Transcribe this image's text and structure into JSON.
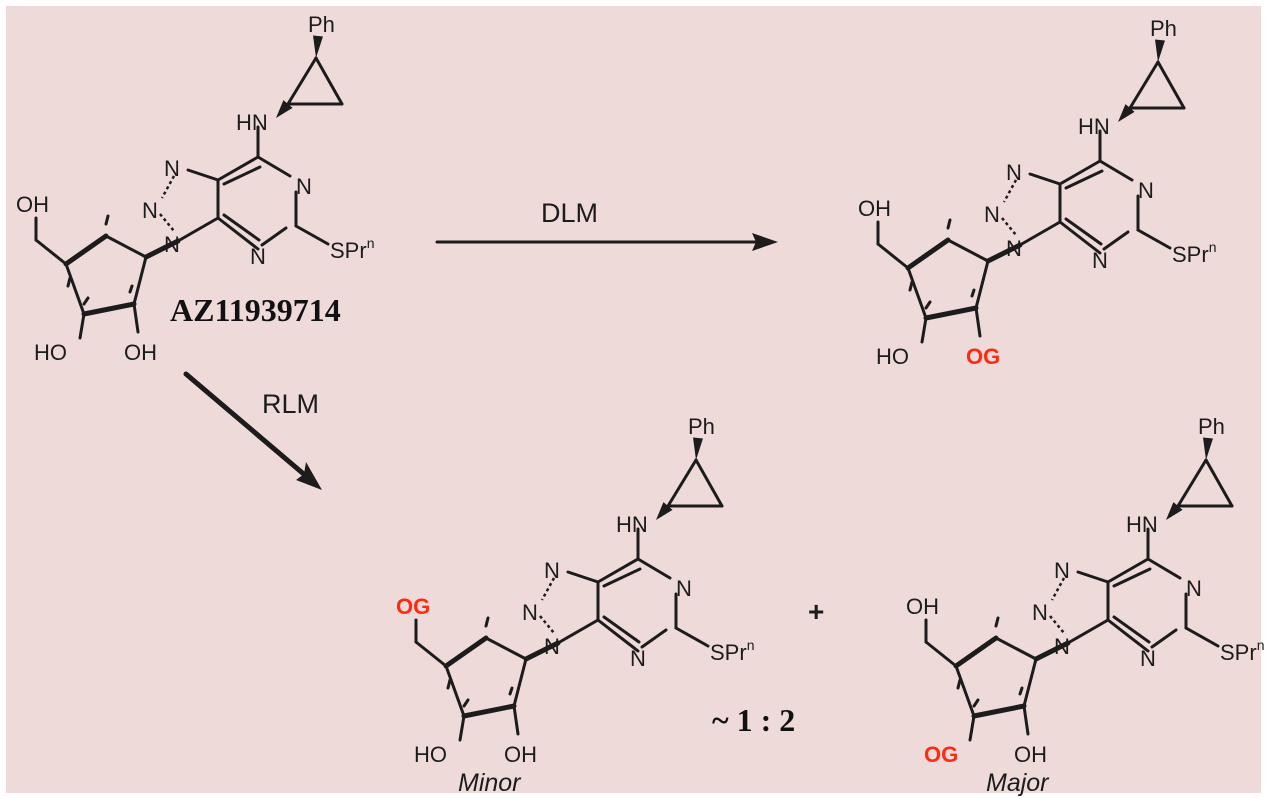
{
  "colors": {
    "background": "#efdada",
    "ink": "#1c1c1c",
    "highlight": "#ff2a10"
  },
  "compound_name": "AZ11939714",
  "arrows": {
    "top": "DLM",
    "diagonal": "RLM"
  },
  "ratio": "~ 1 : 2",
  "plus": "+",
  "product_labels": {
    "minor": "Minor",
    "major": "Major"
  },
  "atoms": {
    "ph": "Ph",
    "hn": "HN",
    "n": "N",
    "oh": "OH",
    "ho": "HO",
    "og": "OG",
    "spr": "SPr",
    "n_sup": "n"
  }
}
